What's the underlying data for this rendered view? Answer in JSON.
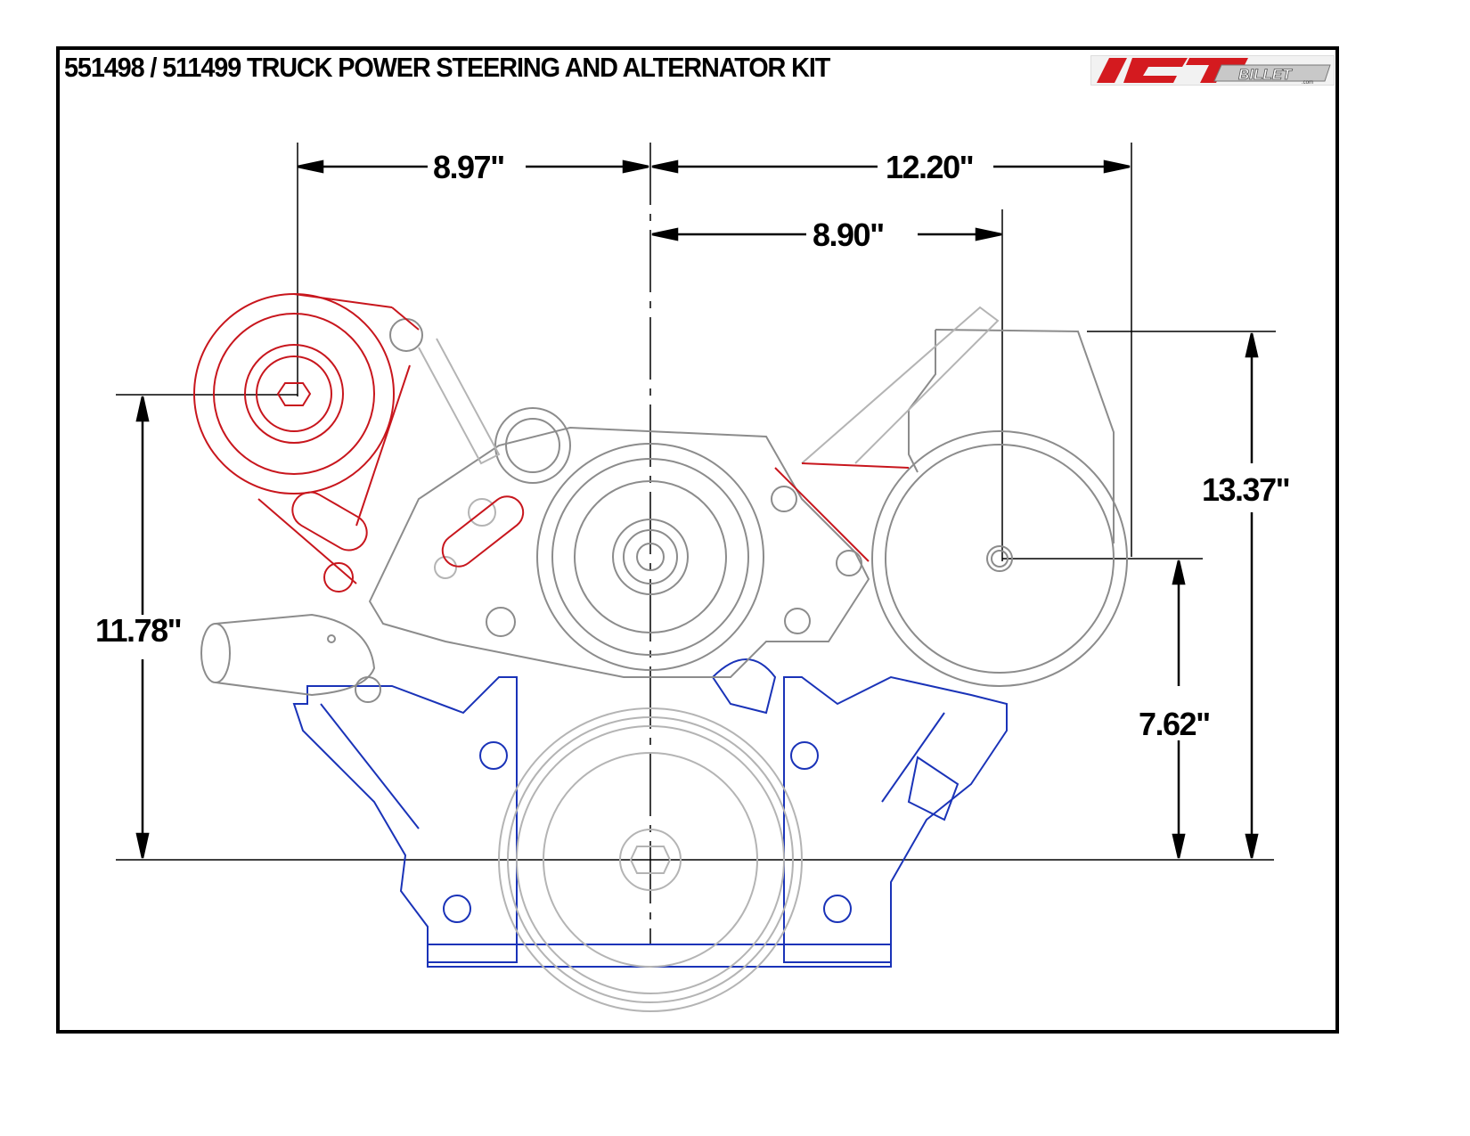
{
  "title": "551498 / 511499 TRUCK POWER STEERING AND ALTERNATOR  KIT",
  "logo": {
    "brand_main": "ICT",
    "brand_sub": "BILLET",
    "brand_suffix": ".com",
    "colors": {
      "red": "#d41a1f",
      "silver": "#9a9a9a"
    }
  },
  "dimensions": {
    "top_left_horizontal": "8.97\"",
    "top_right_horizontal": "12.20\"",
    "second_right_horizontal": "8.90\"",
    "left_vertical": "11.78\"",
    "right_outer_vertical": "13.37\"",
    "right_inner_vertical": "7.62\""
  },
  "colors": {
    "alternator_bracket": "#c8161d",
    "timing_cover": "#1a33b8",
    "engine_parts": "#8c8c8c",
    "light_parts": "#b4b4b4",
    "dimension_lines": "#000000"
  },
  "components": {
    "alternator": "alternator",
    "water_pump": "water-pump",
    "power_steering_pump": "power-steering-pump",
    "crank_pulley": "crank-pulley",
    "thermostat_housing": "thermostat-housing",
    "timing_cover": "timing-cover"
  }
}
